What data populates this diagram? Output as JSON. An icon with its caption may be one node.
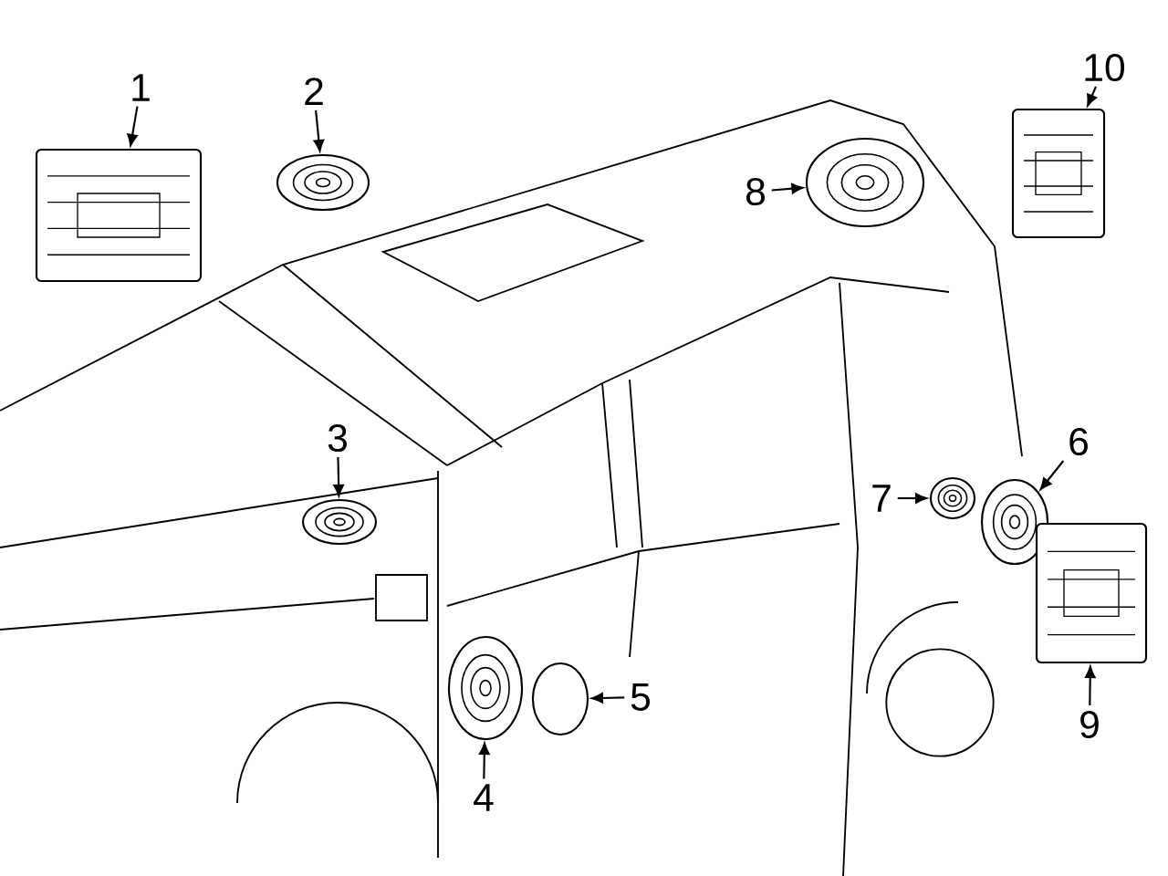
{
  "diagram": {
    "nodes": [
      {
        "text": [
          "1"
        ]
      },
      {
        "text": [
          "2"
        ]
      },
      {
        "text": [
          "3"
        ]
      },
      {
        "text": [
          "4"
        ]
      },
      {
        "text": [
          "5"
        ]
      },
      {
        "text": [
          "6"
        ]
      },
      {
        "text": [
          "7"
        ]
      },
      {
        "text": [
          "8"
        ]
      },
      {
        "text": [
          "9"
        ]
      },
      {
        "text": [
          "10"
        ]
      },
      {
        "text": [],
        "shape": "picture"
      },
      {
        "text": [],
        "shape": "picture"
      },
      {
        "text": [],
        "shape": "picture"
      },
      {
        "text": [],
        "shape": "picture"
      },
      {
        "text": [],
        "shape": "circle"
      },
      {
        "text": [],
        "shape": "picture"
      },
      {
        "text": [],
        "shape": "picture"
      },
      {
        "text": [],
        "shape": "picture"
      },
      {
        "text": [],
        "shape": "picture"
      },
      {
        "text": [],
        "shape": "picture"
      }
    ],
    "edges": [
      {
        "from": 0,
        "to": 10,
        "arrow": "to"
      },
      {
        "from": 1,
        "to": 11,
        "arrow": "to"
      },
      {
        "from": 2,
        "to": 12,
        "arrow": "to"
      },
      {
        "from": 3,
        "to": 13,
        "arrow": "to"
      },
      {
        "from": 4,
        "to": 14,
        "arrow": "to"
      },
      {
        "from": 5,
        "to": 15,
        "arrow": "to"
      },
      {
        "from": 6,
        "to": 16,
        "arrow": "to"
      },
      {
        "from": 7,
        "to": 17,
        "arrow": "to"
      },
      {
        "from": 8,
        "to": 18,
        "arrow": "to"
      },
      {
        "from": 9,
        "to": 19,
        "arrow": "to"
      }
    ]
  }
}
